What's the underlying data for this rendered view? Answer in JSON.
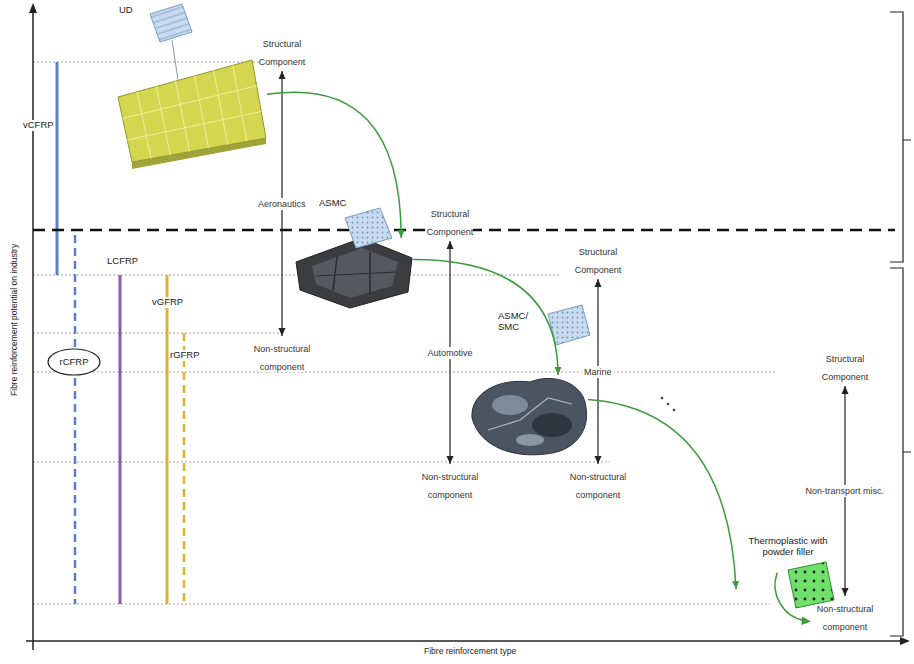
{
  "diagram": {
    "nodes": [
      {
        "text": [
          "Structural Component"
        ]
      },
      {
        "text": [
          "Non-structural component"
        ]
      },
      {
        "text": [
          "Structural Component"
        ]
      },
      {
        "text": [
          "Non-structural component"
        ]
      },
      {
        "text": [
          "Structural Component"
        ]
      },
      {
        "text": [
          "Non-structural component"
        ]
      },
      {
        "text": [
          "Structural Component"
        ]
      },
      {
        "text": [
          "Non-structural component"
        ]
      },
      {
        "text": [
          "UD"
        ]
      },
      {
        "text": [
          "ASMC"
        ]
      },
      {
        "text": [
          "ASMC/ SMC"
        ]
      },
      {
        "text": [
          "Thermoplastic with powder filler"
        ]
      },
      {
        "text": [
          "rCFRP"
        ]
      }
    ],
    "edges": [
      {
        "from": 0,
        "to": 1,
        "label": "Aeronautics",
        "arrow": "both"
      },
      {
        "from": 2,
        "to": 3,
        "label": "Automotive",
        "arrow": "both"
      },
      {
        "from": 4,
        "to": 5,
        "label": "Marine",
        "arrow": "both"
      },
      {
        "from": 6,
        "to": 7,
        "label": "Non-transport misc.",
        "arrow": "both"
      },
      {
        "from": 8,
        "to": 9,
        "arrow": "to"
      },
      {
        "from": 9,
        "to": 10,
        "arrow": "to"
      },
      {
        "from": 10,
        "to": 11,
        "arrow": "to"
      }
    ],
    "labels": [
      "vCFRP",
      "LCFRP",
      "vGFRP",
      "rGFRP",
      "Fibre reinforcement potential on industry",
      "Fibre reinforcement type"
    ]
  }
}
